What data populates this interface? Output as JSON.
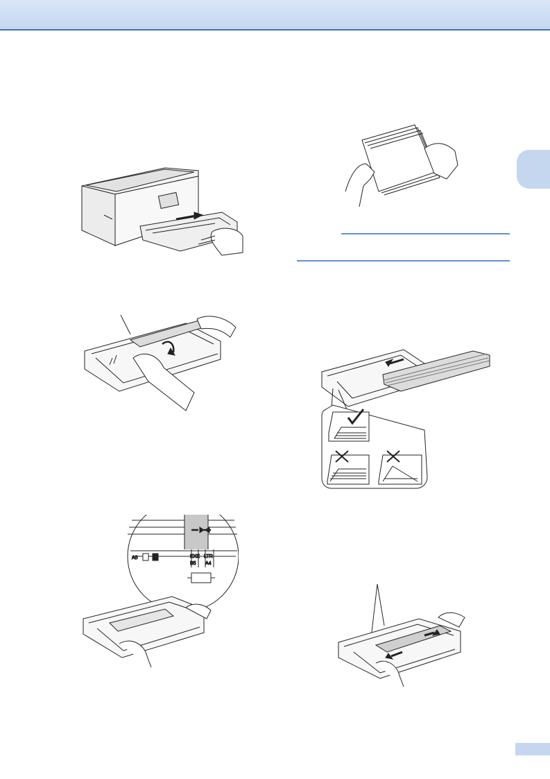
{
  "colors": {
    "header_band": "#c5d7ef",
    "header_line": "#3a6fc4",
    "rule_blue": "#5f8fd6",
    "paper_gray": "#d5d5d5"
  },
  "figures": {
    "guide_labels": {
      "a5": "A5",
      "ltr": "LTR",
      "a4": "A4",
      "exe": "EXE",
      "b5": "B5"
    }
  }
}
